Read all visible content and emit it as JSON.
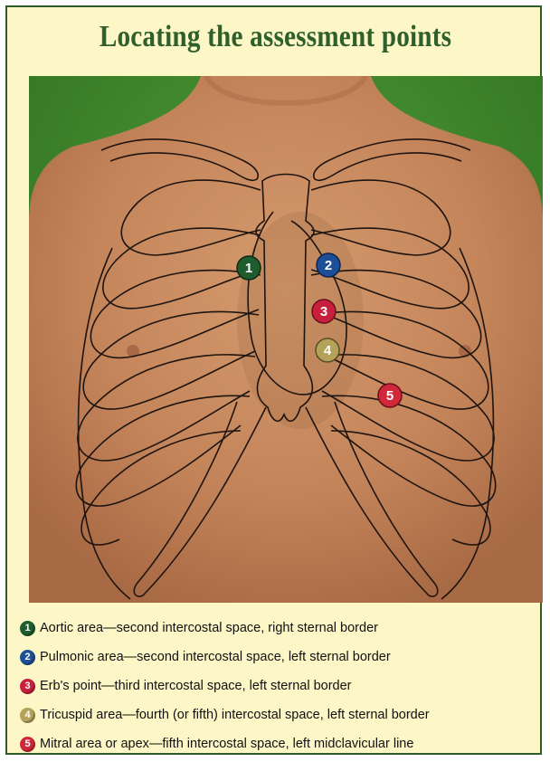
{
  "title": "Locating the assessment points",
  "points": [
    {
      "number": "1",
      "color": "#1f5d2f",
      "description": "Aortic area—second intercostal space, right sternal border"
    },
    {
      "number": "2",
      "color": "#1d4f97",
      "description": "Pulmonic area—second intercostal space, left sternal border"
    },
    {
      "number": "3",
      "color": "#c8203c",
      "description": "Erb's point—third intercostal space, left sternal border"
    },
    {
      "number": "4",
      "color": "#b5a25a",
      "description": "Tricuspid area—fourth (or fifth) intercostal space, left sternal border"
    },
    {
      "number": "5",
      "color": "#d0283a",
      "description": "Mitral area or apex—fifth intercostal space, left midclavicular line"
    }
  ],
  "colors": {
    "title": "#2f5f2a",
    "background": "#fdf6c7",
    "backdrop": "#3f8a2b",
    "skin": "#c98a5e"
  }
}
